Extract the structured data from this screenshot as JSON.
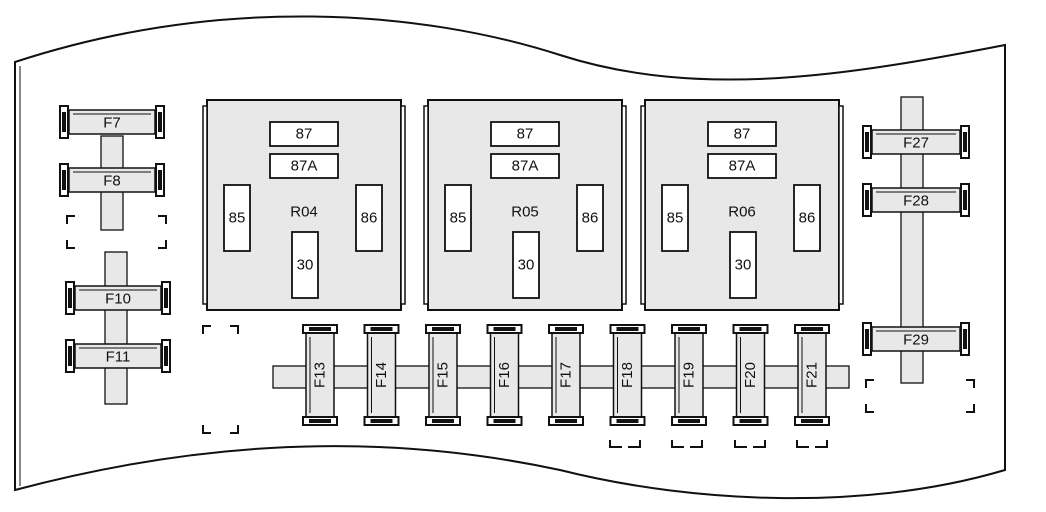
{
  "colors": {
    "outline": "#111111",
    "fill": "#e8e8e8",
    "background": "#ffffff"
  },
  "fuses_left": [
    "F7",
    "F8",
    "F10",
    "F11"
  ],
  "fuses_right": [
    "F27",
    "F28",
    "F29"
  ],
  "fuses_bottom": [
    "F13",
    "F14",
    "F15",
    "F16",
    "F17",
    "F18",
    "F19",
    "F20",
    "F21"
  ],
  "relays": [
    {
      "name": "R04",
      "pins": {
        "p87": "87",
        "p87a": "87A",
        "p85": "85",
        "p86": "86",
        "p30": "30"
      }
    },
    {
      "name": "R05",
      "pins": {
        "p87": "87",
        "p87a": "87A",
        "p85": "85",
        "p86": "86",
        "p30": "30"
      }
    },
    {
      "name": "R06",
      "pins": {
        "p87": "87",
        "p87a": "87A",
        "p85": "85",
        "p86": "86",
        "p30": "30"
      }
    }
  ]
}
